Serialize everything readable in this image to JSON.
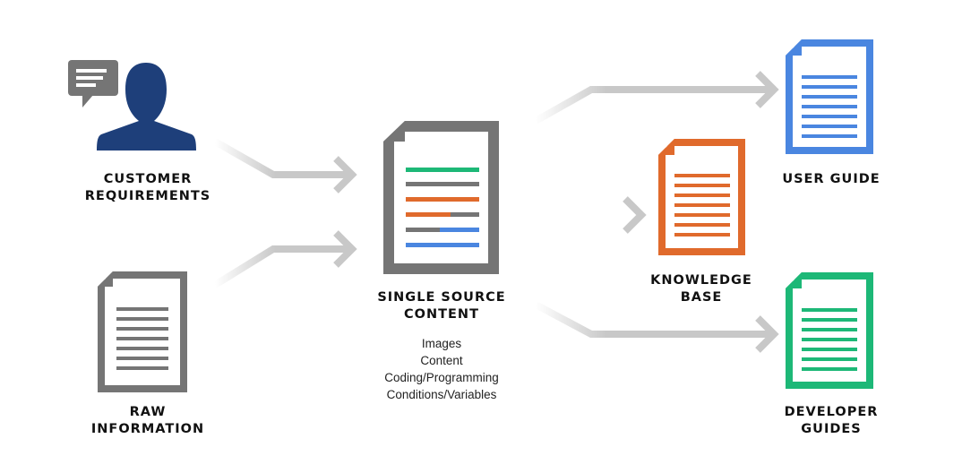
{
  "nodes": {
    "customer": {
      "label_lines": [
        "CUSTOMER",
        "REQUIREMENTS"
      ],
      "icon": "user-icon"
    },
    "raw": {
      "label_lines": [
        "RAW",
        "INFORMATION"
      ],
      "icon": "document-icon",
      "color": "#757575"
    },
    "source": {
      "label_lines": [
        "SINGLE SOURCE",
        "CONTENT"
      ],
      "items": [
        "Images",
        "Content",
        "Coding/Programming",
        "Conditions/Variables"
      ],
      "icon": "document-icon",
      "color": "#757575"
    },
    "kb": {
      "label_lines": [
        "KNOWLEDGE",
        "BASE"
      ],
      "icon": "document-icon",
      "color": "#E06A2C"
    },
    "user_guide": {
      "label_lines": [
        "USER GUIDE"
      ],
      "icon": "document-icon",
      "color": "#4A86E0"
    },
    "dev_guides": {
      "label_lines": [
        "DEVELOPER",
        "GUIDES"
      ],
      "icon": "document-icon",
      "color": "#1DB877"
    }
  },
  "colors": {
    "user_icon": "#1E3F7A",
    "speech_bubble": "#757575",
    "arrow": "#C8C8C8",
    "source_line_green": "#1DB877",
    "source_line_orange": "#E06A2C",
    "source_line_blue": "#4A86E0",
    "source_line_gray": "#757575"
  }
}
